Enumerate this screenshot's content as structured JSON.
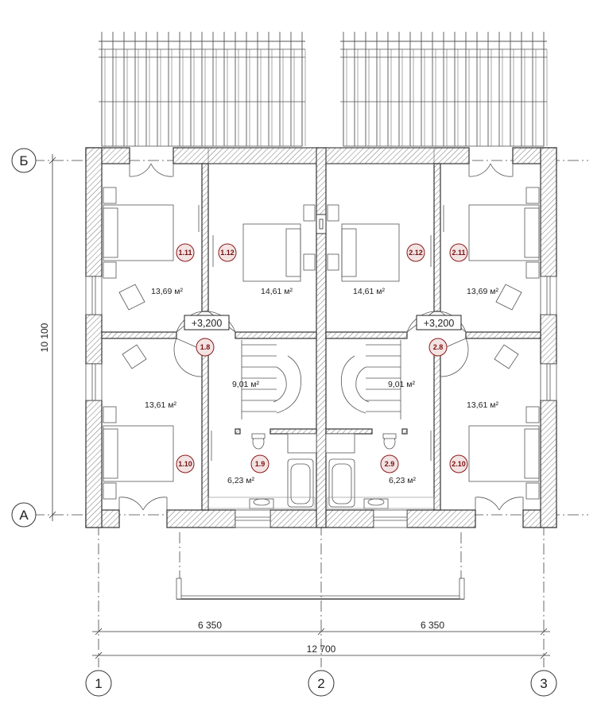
{
  "axes": {
    "letters": [
      {
        "id": "b",
        "label": "Б"
      },
      {
        "id": "a",
        "label": "А"
      }
    ],
    "numbers": [
      {
        "id": "1",
        "label": "1"
      },
      {
        "id": "2",
        "label": "2"
      },
      {
        "id": "3",
        "label": "3"
      }
    ]
  },
  "dimensions": {
    "left_span": "6 350",
    "right_span": "6 350",
    "total_width": "12 700",
    "height": "10 100"
  },
  "levels": {
    "left": "+3,200",
    "right": "+3,200"
  },
  "rooms": [
    {
      "number": "1.11",
      "area": "13,69 м²"
    },
    {
      "number": "1.12",
      "area": "14,61 м²"
    },
    {
      "number": "2.12",
      "area": "14,61 м²"
    },
    {
      "number": "2.11",
      "area": "13,69 м²"
    },
    {
      "number": "1.8",
      "area": "9,01 м²"
    },
    {
      "number": "2.8",
      "area": "9,01 м²"
    },
    {
      "number": "1.10",
      "area": "13,61 м²"
    },
    {
      "number": "2.10",
      "area": "13,61 м²"
    },
    {
      "number": "1.9",
      "area": "6,23 м²"
    },
    {
      "number": "2.9",
      "area": "6,23 м²"
    }
  ]
}
